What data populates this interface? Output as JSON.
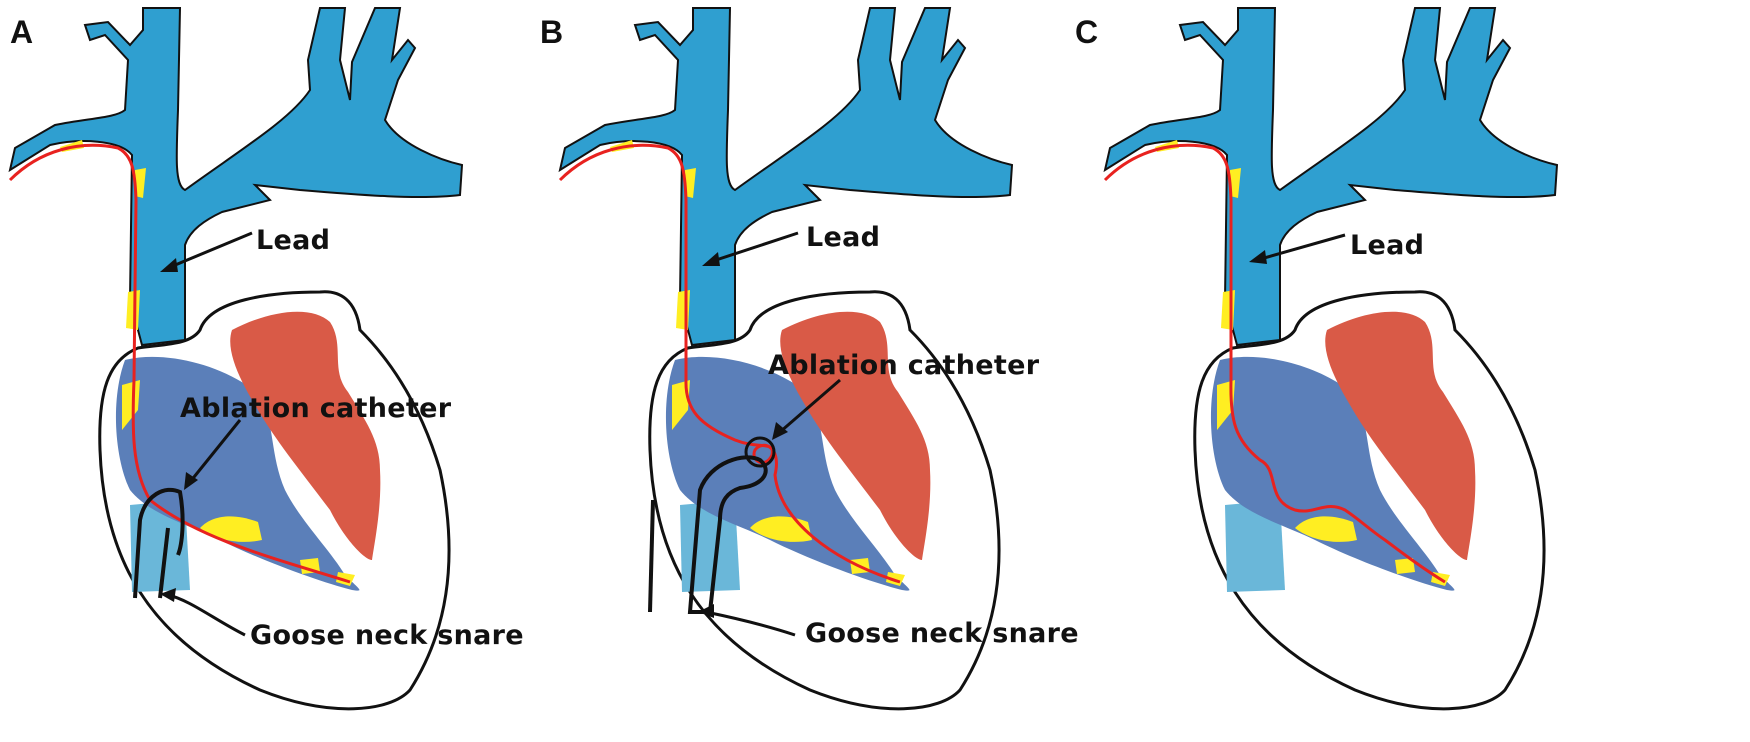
{
  "panels": [
    {
      "letter": "A",
      "labels": {
        "lead": "Lead",
        "ablation": "Ablation catheter",
        "snare": "Goose neck snare"
      }
    },
    {
      "letter": "B",
      "labels": {
        "lead": "Lead",
        "ablation": "Ablation catheter",
        "snare": "Goose neck snare"
      }
    },
    {
      "letter": "C",
      "labels": {
        "lead": "Lead"
      }
    }
  ],
  "colors": {
    "vein": "#2f9fd0",
    "right_ventricle": "#5b7fb9",
    "left_ventricle": "#d95a47",
    "fibrosis": "#ffee22",
    "lead": "#e8221f",
    "ivc": "#6ab7d9",
    "outline": "#111111"
  }
}
